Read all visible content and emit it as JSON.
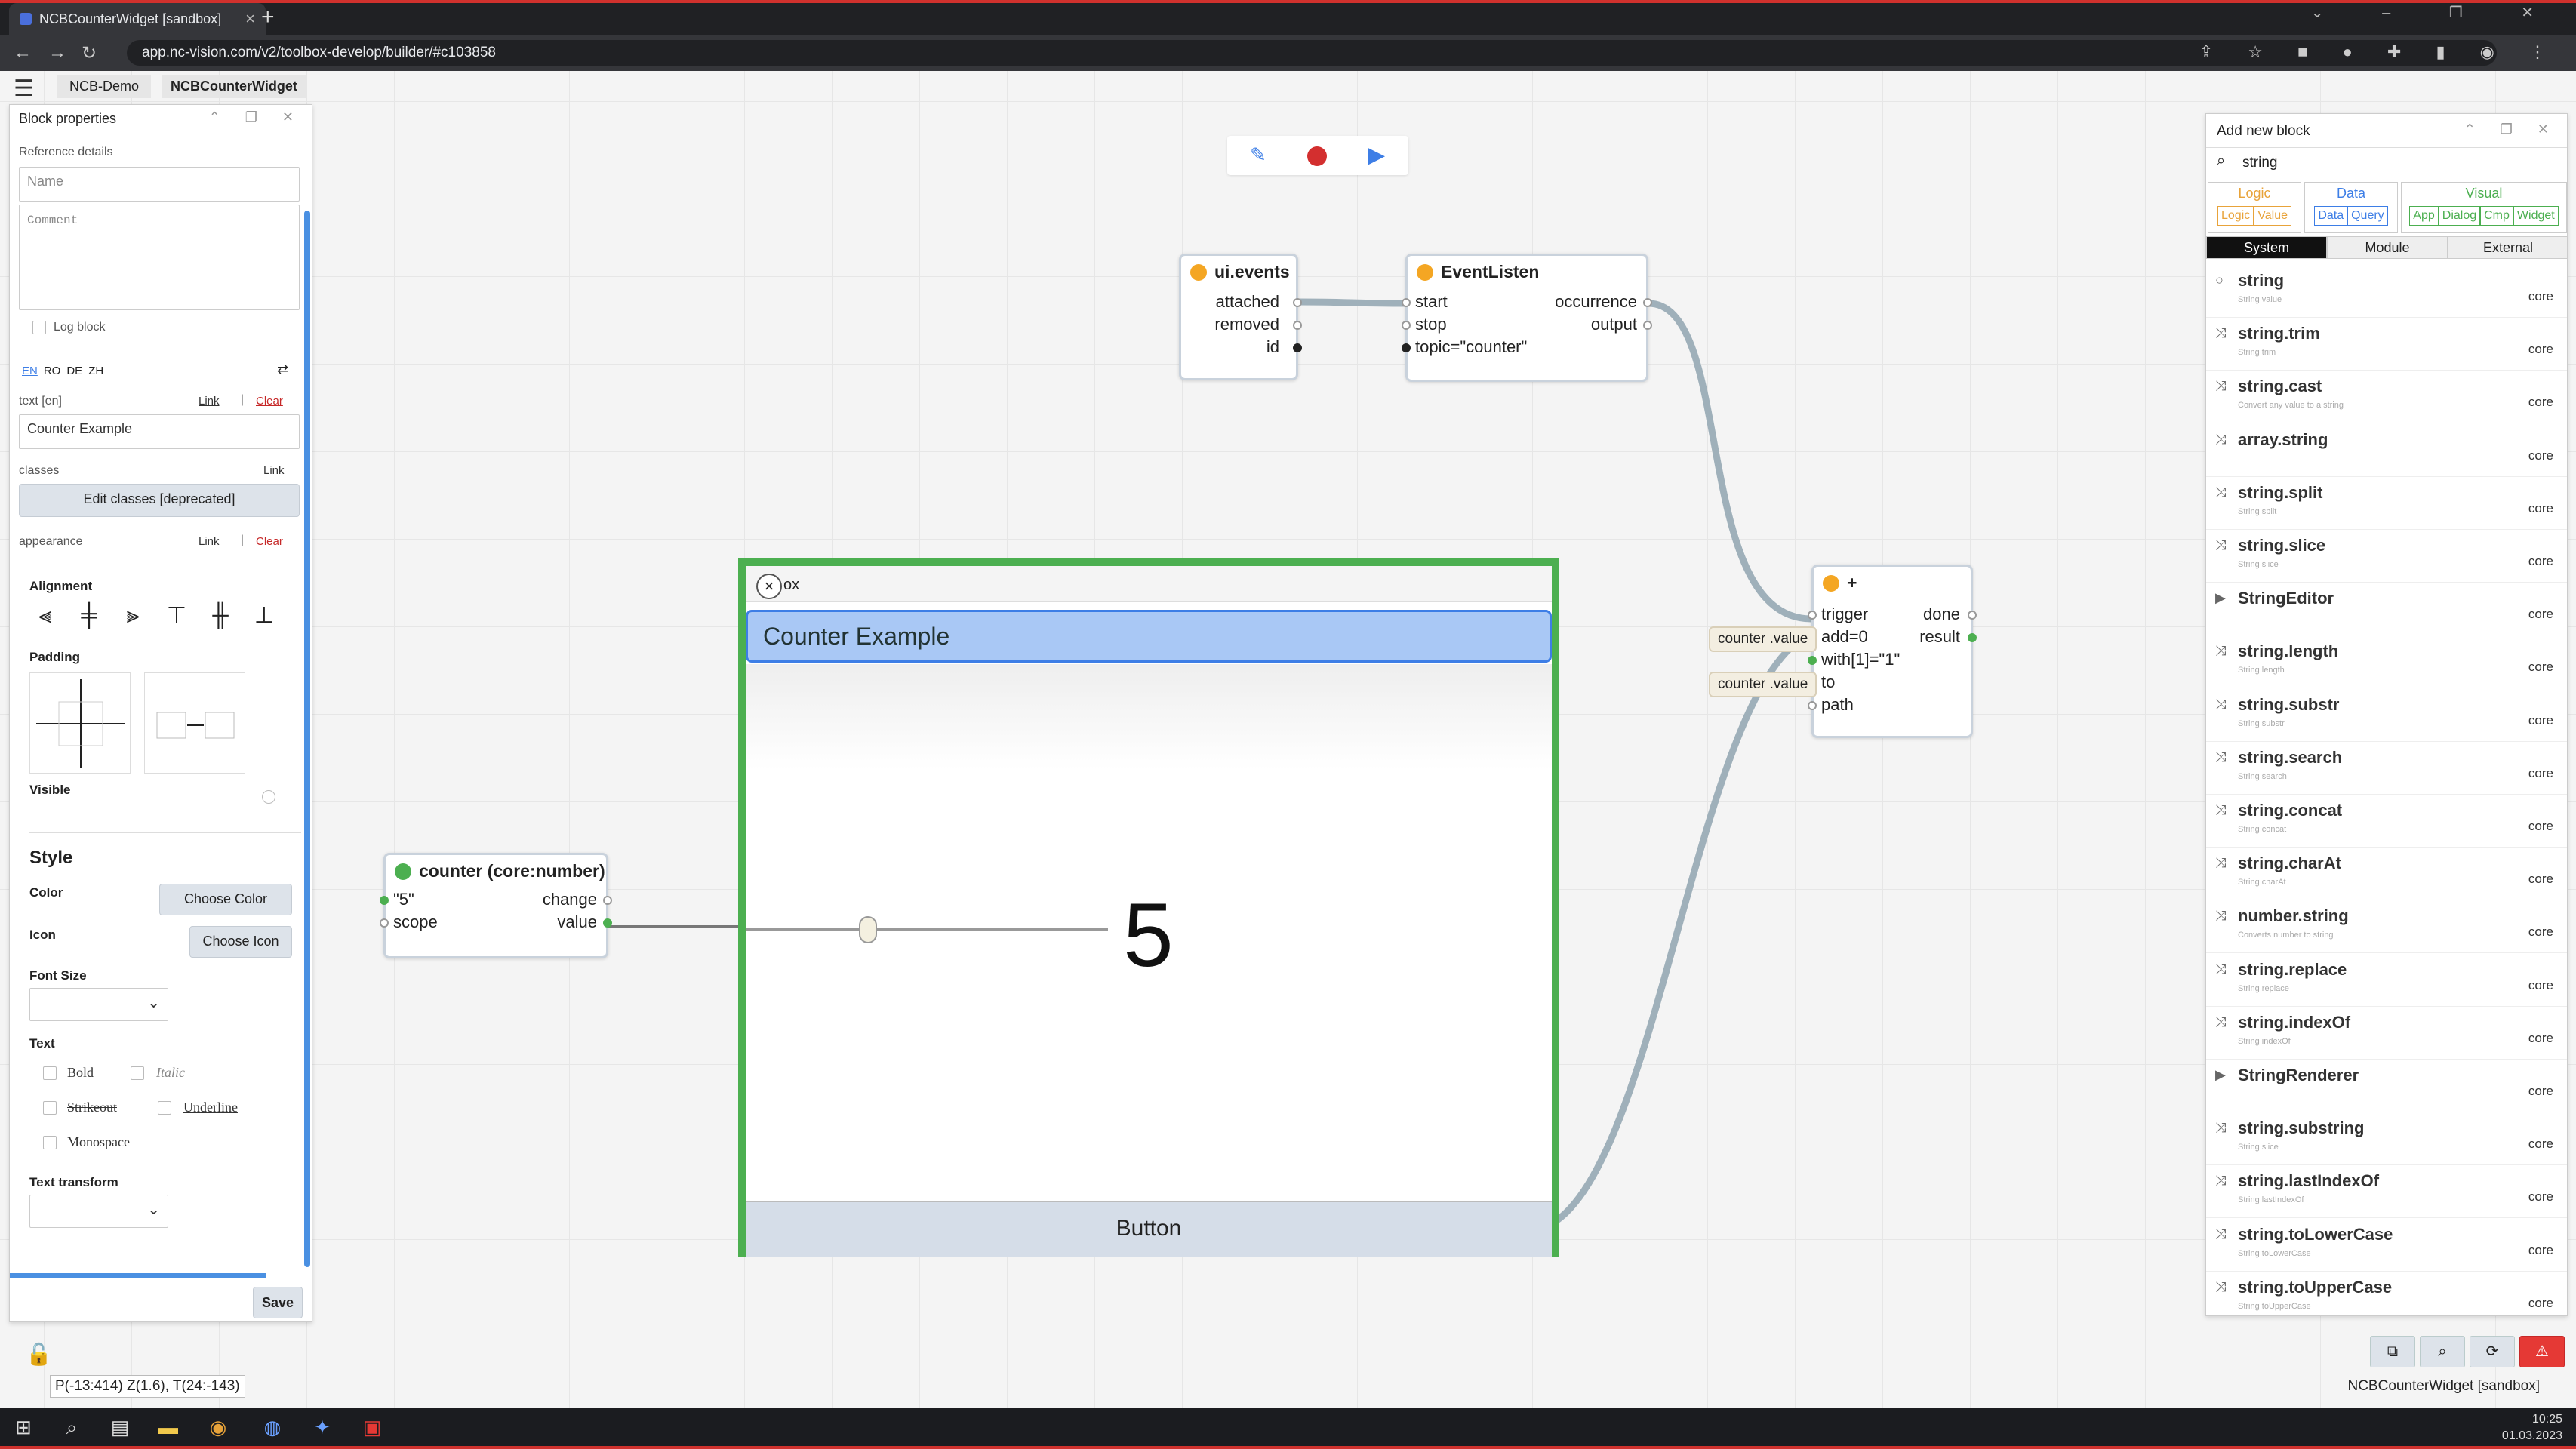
{
  "browser": {
    "tab_title": "NCBCounterWidget [sandbox]",
    "url": "app.nc-vision.com/v2/toolbox-develop/builder/#c103858"
  },
  "breadcrumb": [
    "NCB-Demo",
    "NCBCounterWidget"
  ],
  "left_panel": {
    "title": "Block properties",
    "reference_details": "Reference details",
    "name_placeholder": "Name",
    "comment_placeholder": "Comment",
    "log_block": "Log block",
    "langs": [
      "EN",
      "RO",
      "DE",
      "ZH"
    ],
    "text_label": "text [en]",
    "link": "Link",
    "clear": "Clear",
    "text_value": "Counter Example",
    "classes_label": "classes",
    "edit_classes": "Edit classes [deprecated]",
    "appearance_label": "appearance",
    "alignment": "Alignment",
    "padding": "Padding",
    "visible": "Visible",
    "style": "Style",
    "color": "Color",
    "choose_color": "Choose Color",
    "icon": "Icon",
    "choose_icon": "Choose Icon",
    "font_size": "Font Size",
    "text": "Text",
    "bold": "Bold",
    "italic": "Italic",
    "strikeout": "Strikeout",
    "underline": "Underline",
    "monospace": "Monospace",
    "text_transform": "Text transform",
    "save": "Save"
  },
  "nodes": {
    "ui_events": {
      "title": "ui.events",
      "ports": [
        "attached",
        "removed",
        "id"
      ]
    },
    "event_listen": {
      "title": "EventListen",
      "inputs": [
        "start",
        "stop",
        "topic=\"counter\""
      ],
      "outputs": [
        "occurrence",
        "output"
      ]
    },
    "plus": {
      "title": "+",
      "inputs": [
        "trigger",
        "add=0",
        "with[1]=\"1\"",
        "to",
        "path"
      ],
      "outputs": [
        "done",
        "result"
      ]
    },
    "counter": {
      "title": "counter (core:number)",
      "inputs": [
        "\"5\"",
        "scope"
      ],
      "outputs": [
        "change",
        "value"
      ]
    },
    "tags": [
      "counter .value",
      "counter .value"
    ]
  },
  "widget": {
    "frame_label": "ox",
    "header": "Counter Example",
    "number": "5",
    "button": "Button"
  },
  "right_panel": {
    "title": "Add new block",
    "search_value": "string",
    "categories": [
      {
        "name": "Logic",
        "chips": [
          "Logic",
          "Value"
        ],
        "color": "#e8a33a"
      },
      {
        "name": "Data",
        "chips": [
          "Data",
          "Query"
        ],
        "color": "#3d7ee6"
      },
      {
        "name": "Visual",
        "chips": [
          "App",
          "Dialog",
          "Cmp",
          "Widget"
        ],
        "color": "#4caf50"
      }
    ],
    "scope_tabs": [
      "System",
      "Module",
      "External"
    ],
    "items": [
      {
        "name": "string",
        "desc": "String value",
        "icon": "○"
      },
      {
        "name": "string.trim",
        "desc": "String trim",
        "icon": "⤨"
      },
      {
        "name": "string.cast",
        "desc": "Convert any value to a string",
        "icon": "⤨"
      },
      {
        "name": "array.string",
        "desc": "",
        "icon": "⤨"
      },
      {
        "name": "string.split",
        "desc": "String split",
        "icon": "⤨"
      },
      {
        "name": "string.slice",
        "desc": "String slice",
        "icon": "⤨"
      },
      {
        "name": "StringEditor",
        "desc": "",
        "icon": "▶"
      },
      {
        "name": "string.length",
        "desc": "String length",
        "icon": "⤨"
      },
      {
        "name": "string.substr",
        "desc": "String substr",
        "icon": "⤨"
      },
      {
        "name": "string.search",
        "desc": "String search",
        "icon": "⤨"
      },
      {
        "name": "string.concat",
        "desc": "String concat",
        "icon": "⤨"
      },
      {
        "name": "string.charAt",
        "desc": "String charAt",
        "icon": "⤨"
      },
      {
        "name": "number.string",
        "desc": "Converts number to string",
        "icon": "⤨"
      },
      {
        "name": "string.replace",
        "desc": "String replace",
        "icon": "⤨"
      },
      {
        "name": "string.indexOf",
        "desc": "String indexOf",
        "icon": "⤨"
      },
      {
        "name": "StringRenderer",
        "desc": "",
        "icon": "▶"
      },
      {
        "name": "string.substring",
        "desc": "String slice",
        "icon": "⤨"
      },
      {
        "name": "string.lastIndexOf",
        "desc": "String lastIndexOf",
        "icon": "⤨"
      },
      {
        "name": "string.toLowerCase",
        "desc": "String toLowerCase",
        "icon": "⤨"
      },
      {
        "name": "string.toUpperCase",
        "desc": "String toUpperCase",
        "icon": "⤨"
      }
    ],
    "core": "core"
  },
  "status": {
    "coords": "P(-13:414) Z(1.6), T(24:-143)",
    "right": "NCBCounterWidget [sandbox]",
    "time": "10:25",
    "date": "01.03.2023"
  }
}
